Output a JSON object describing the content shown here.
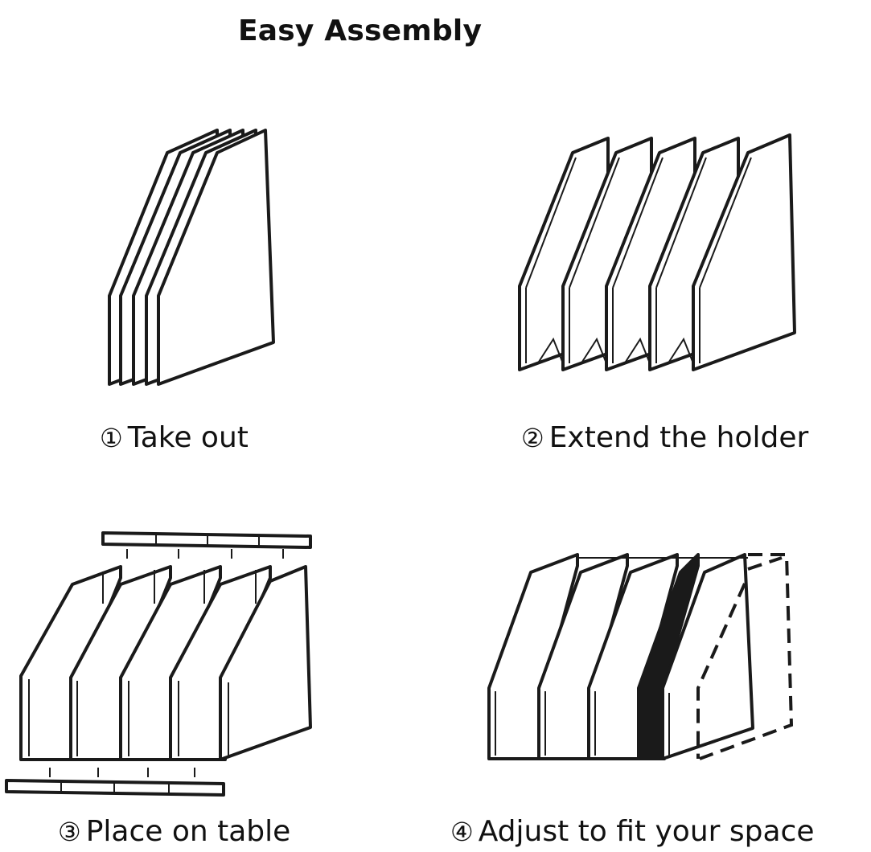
{
  "title": "Easy Assembly",
  "steps": [
    {
      "num": "①",
      "label": "Take out"
    },
    {
      "num": "②",
      "label": "Extend the holder"
    },
    {
      "num": "③",
      "label": "Place on table"
    },
    {
      "num": "④",
      "label": "Adjust to fit your space"
    }
  ]
}
